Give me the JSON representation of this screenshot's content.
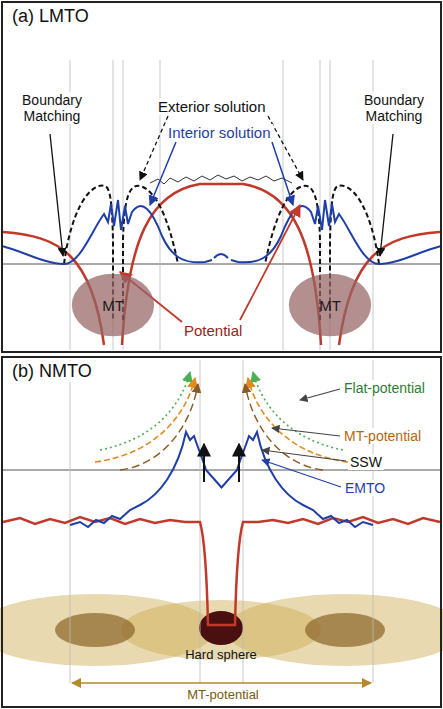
{
  "diagram": {
    "nodes": [
      {
        "text": [
          "(a) LMTO"
        ]
      },
      {
        "text": [
          "MT"
        ],
        "in": 0
      },
      {
        "text": [
          "MT"
        ],
        "in": 0
      },
      {
        "text": [
          "(b) NMTO"
        ]
      }
    ],
    "labels": [
      "Exterior solution",
      "Boundary Matching",
      "Interior solution",
      "Boundary Matching",
      "Potential",
      "Flat-potential",
      "MT-potential",
      "SSW",
      "EMTO",
      "Hard sphere",
      "MT-potential"
    ]
  }
}
